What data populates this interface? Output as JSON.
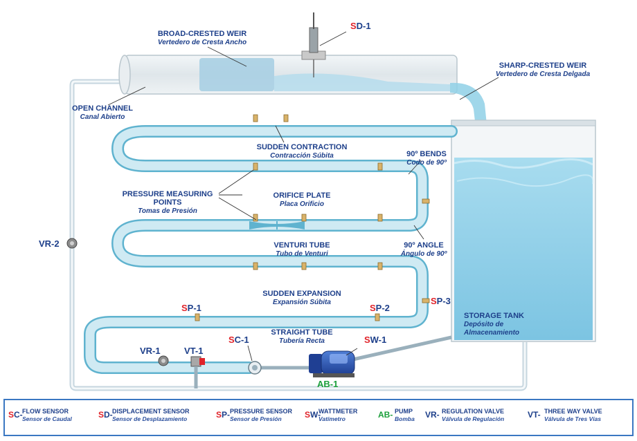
{
  "labels": {
    "broad_crested_weir": {
      "en": "BROAD-CRESTED WEIR",
      "es": "Vertedero de Cresta Ancho"
    },
    "sharp_crested_weir": {
      "en": "SHARP-CRESTED WEIR",
      "es": "Vertedero de Cresta Delgada"
    },
    "open_channel": {
      "en": "OPEN CHANNEL",
      "es": "Canal Abierto"
    },
    "sudden_contraction": {
      "en": "SUDDEN CONTRACTION",
      "es": "Contracción Súbita"
    },
    "bends_90": {
      "en": "90º BENDS",
      "es": "Codo de 90º"
    },
    "pressure_points": {
      "en1": "PRESSURE MEASURING",
      "en2": "POINTS",
      "es": "Tomas de Presión"
    },
    "orifice_plate": {
      "en": "ORIFICE PLATE",
      "es": "Placa Orificio"
    },
    "venturi_tube": {
      "en": "VENTURI TUBE",
      "es": "Tubo de Venturi"
    },
    "angle_90": {
      "en": "90º ANGLE",
      "es": "Ángulo de 90º"
    },
    "sudden_expansion": {
      "en": "SUDDEN EXPANSION",
      "es": "Expansión Súbita"
    },
    "storage_tank": {
      "en": "STORAGE TANK",
      "es1": "Depósito de",
      "es2": "Almacenamiento"
    },
    "straight_tube": {
      "en": "STRAIGHT TUBE",
      "es": "Tubería Recta"
    }
  },
  "tags": {
    "sd1": {
      "prefix": "S",
      "rest": "D-1"
    },
    "vr2": "VR-2",
    "sp1": {
      "prefix": "S",
      "rest": "P-1"
    },
    "sp2": {
      "prefix": "S",
      "rest": "P-2"
    },
    "sp3": {
      "prefix": "S",
      "rest": "P-3"
    },
    "sc1": {
      "prefix": "S",
      "rest": "C-1"
    },
    "sw1": {
      "prefix": "S",
      "rest": "W-1"
    },
    "vr1": "VR-1",
    "vt1": "VT-1",
    "ab1": "AB-1"
  },
  "legend": [
    {
      "prefix": "S",
      "key": "C-",
      "en": "FLOW SENSOR",
      "es": "Sensor de Caudal",
      "prefix_color": "red"
    },
    {
      "prefix": "S",
      "key": "D-",
      "en": "DISPLACEMENT SENSOR",
      "es": "Sensor de Desplazamiento",
      "prefix_color": "red"
    },
    {
      "prefix": "S",
      "key": "P-",
      "en": "PRESSURE SENSOR",
      "es": "Sensor de Presión",
      "prefix_color": "red"
    },
    {
      "prefix": "S",
      "key": "W-",
      "en": "WATTMETER",
      "es": "Vatímetro",
      "prefix_color": "red"
    },
    {
      "prefix": "",
      "key": "AB-",
      "en": "PUMP",
      "es": "Bomba",
      "prefix_color": "green"
    },
    {
      "prefix": "",
      "key": "VR-",
      "en": "REGULATION VALVE",
      "es": "Válvula de Regulación",
      "prefix_color": "blue"
    },
    {
      "prefix": "",
      "key": "VT-",
      "en": "THREE WAY VALVE",
      "es": "Válvula de Tres Vías",
      "prefix_color": "blue"
    }
  ],
  "colors": {
    "pipe_fill": "#cfeaf3",
    "pipe_stroke": "#5fb3cf",
    "water": "#9fd6ea",
    "text": "#1d3f8a",
    "red": "#e0232a",
    "green": "#1a9e3a",
    "frame": "#3a77c2"
  }
}
